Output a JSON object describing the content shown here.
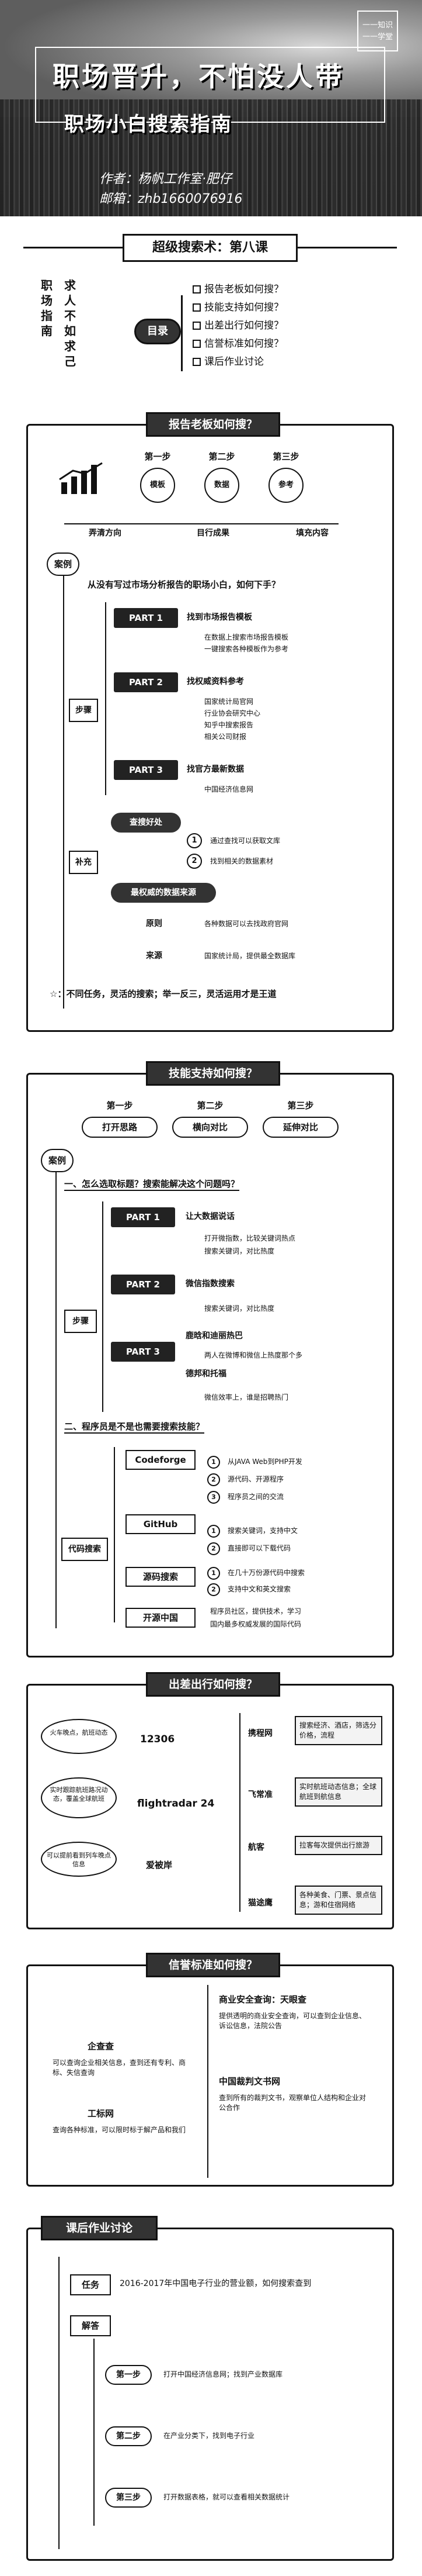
{
  "hero": {
    "title": "职场晋升，不怕没人带",
    "subtitle": "职场小白搜索指南",
    "author": "作者：杨帆工作室·肥仔",
    "logo": "一一知识 一一学堂",
    "contact": "邮箱：zhb1660076916"
  },
  "course": {
    "banner": "超级搜索术：第八课",
    "side_title": [
      "职",
      "场",
      "指",
      "南"
    ],
    "side_subtitle": [
      "求",
      "人",
      "不",
      "如",
      "求",
      "己"
    ],
    "toc_label": "目录",
    "toc_items": [
      "报告老板如何搜？",
      "技能支持如何搜？",
      "出差出行如何搜？",
      "信誉标准如何搜？",
      "课后作业讨论"
    ]
  },
  "sec1": {
    "banner": "报告老板如何搜？",
    "steps": [
      "第一步",
      "第二步",
      "第三步"
    ],
    "step_items": [
      "模板",
      "数据",
      "参考"
    ],
    "flow": [
      "弄清方向",
      "目行成果",
      "填充内容"
    ],
    "case_label": "案例",
    "question": "从没有写过市场分析报告的职场小白，如何下手？",
    "step_label": "步骤",
    "parts": [
      {
        "label": "PART 1",
        "title": "找到市场报告模板",
        "subs": [
          "在数据上搜索市场报告模板",
          "一键搜索各种模板作为参考"
        ]
      },
      {
        "label": "PART 2",
        "title": "找权威资料参考",
        "subs": [
          "国家统计局官网",
          "行业协会研究中心",
          "知乎中搜索报告",
          "相关公司财报"
        ]
      },
      {
        "label": "PART 3",
        "title": "找官方最新数据",
        "subs": [
          "中国经济信息网"
        ]
      }
    ],
    "extra_label": "补充",
    "extra_title1": "查搜好处",
    "extra_items1": [
      "通过查找可以获取文库",
      "找到相关的数据素材"
    ],
    "extra_title2": "最权威的数据来源",
    "extra_items2": [
      "原则",
      "各种数据可以去找政府官网",
      "来源",
      "国家统计局，提供最全数据库"
    ],
    "footer": "☆：不同任务，灵活的搜索；举一反三，灵活运用才是王道"
  },
  "sec2": {
    "banner": "技能支持如何搜？",
    "steps": [
      "第一步",
      "第二步",
      "第三步"
    ],
    "pills": [
      "打开思路",
      "横向对比",
      "延伸对比"
    ],
    "case_label": "案例",
    "q1": "一、怎么选取标题？搜索能解决这个问题吗？",
    "step_label": "步骤",
    "parts": [
      {
        "label": "PART 1",
        "title": "让大数据说话",
        "subs": [
          "打开微指数，比较关键词热点",
          "搜索关键词，对比热度"
        ]
      },
      {
        "label": "PART 2",
        "title": "微信指数搜索",
        "subs": [
          "搜索关键词，对比热度"
        ]
      },
      {
        "label": "PART 3",
        "title": "鹿晗和迪丽热巴",
        "subs": [
          "两人在微博和微信上热度那个多",
          "德邦和托福",
          "微信效率上，谁是招聘热门"
        ]
      }
    ],
    "q2": "二、程序员是不是也需要搜索技能？",
    "code_label": "代码搜索",
    "tools": [
      {
        "name": "Codeforge",
        "items": [
          "从JAVA Web到PHP开发",
          "源代码、开源程序",
          "程序员之间的交流"
        ]
      },
      {
        "name": "GitHub",
        "items": [
          "搜索关键词，支持中文",
          "直接即可以下载代码"
        ]
      },
      {
        "name": "源码搜索",
        "items": [
          "在几十万份源代码中搜索",
          "支持中文和英文搜索"
        ]
      },
      {
        "name": "开源中国",
        "items": [
          "程序员社区，提供技术，学习",
          "国内最多权威发展的国际代码"
        ]
      }
    ]
  },
  "sec3": {
    "banner": "出差出行如何搜？",
    "left_notes": [
      "火车晚点，航班动态",
      "实时跟踪航班路况动态，覆盖全球航班",
      "可以提前看到列车晚点信息"
    ],
    "center": [
      "12306",
      "flightradar 24",
      "爱被岸"
    ],
    "right_labels": [
      "携程网",
      "飞常准",
      "航客",
      "猫途鹰"
    ],
    "right_notes": [
      "搜索经济、酒店，筛选分价格，流程",
      "实时航班动态信息；全球航班到航信息",
      "拉客每次提供出行旅游",
      "各种美食、门票、景点信息；游和住宿网络"
    ]
  },
  "sec4": {
    "banner": "信誉标准如何搜？",
    "left_title1": "企查查",
    "left_text1": "可以查询企业相关信息，查到还有专利、商标、失信查询",
    "left_title2": "工标网",
    "left_text2": "查询各种标准，可以限时标于解产品和我们",
    "right_title1": "商业安全查询：天眼查",
    "right_text1": "提供透明的商业安全查询，可以查到企业信息、诉讼信息，法院公告",
    "right_title2": "中国裁判文书网",
    "right_text2": "查到所有的裁判文书，观察单位人结构和企业对公合作"
  },
  "sec5": {
    "banner": "课后作业讨论",
    "task_label": "任务",
    "task_text": "2016-2017年中国电子行业的营业额，如何搜索查到",
    "answer_label": "解答",
    "steps": [
      {
        "label": "第一步",
        "text": "打开中国经济信息网；找到产业数据库"
      },
      {
        "label": "第二步",
        "text": "在产业分类下，找到电子行业"
      },
      {
        "label": "第三步",
        "text": "打开数据表格，就可以查看相关数据统计"
      }
    ]
  }
}
